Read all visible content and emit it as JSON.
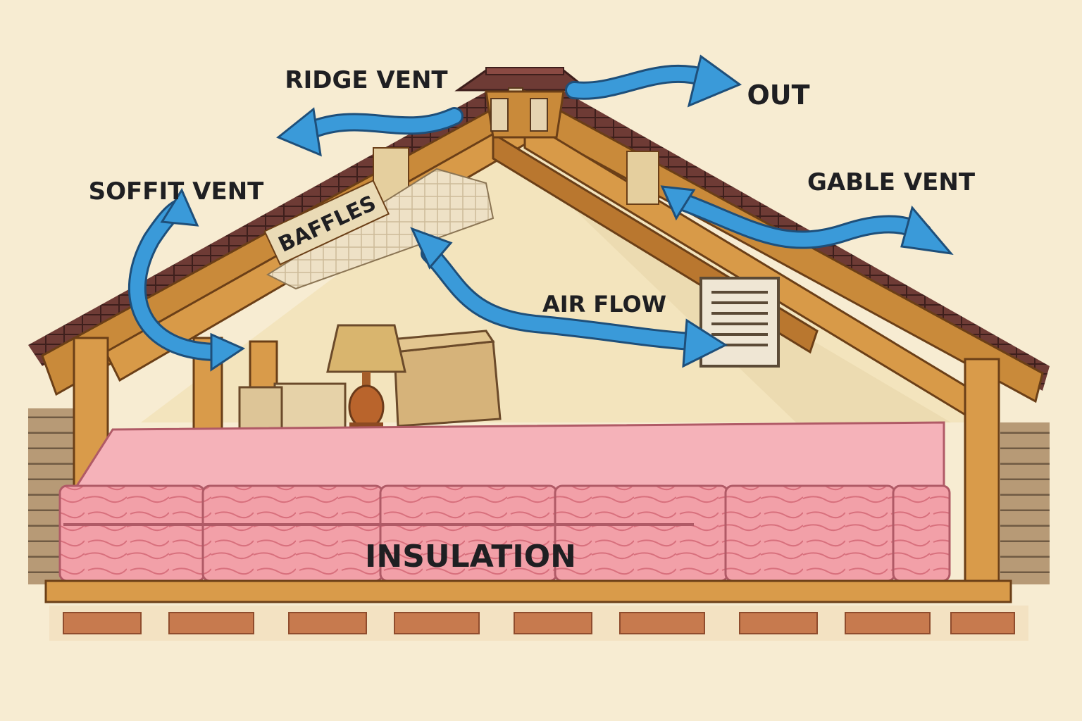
{
  "labels": {
    "ridge_vent": "RIDGE VENT",
    "out": "OUT",
    "soffit_vent": "SOFFIT VENT",
    "gable_vent": "GABLE VENT",
    "baffles": "BAFFLES",
    "air_flow": "AIR FLOW",
    "insulation": "INSULATION"
  },
  "colors": {
    "background": "#f7ecd2",
    "wood": "#c98a3a",
    "wood_dark": "#8a5522",
    "roof_shingle": "#6e3b35",
    "insulation": "#f29ea6",
    "insulation_dark": "#d9707d",
    "arrow": "#3a9ad9",
    "brick": "#c77a4e",
    "wall": "#f3e4bd"
  }
}
